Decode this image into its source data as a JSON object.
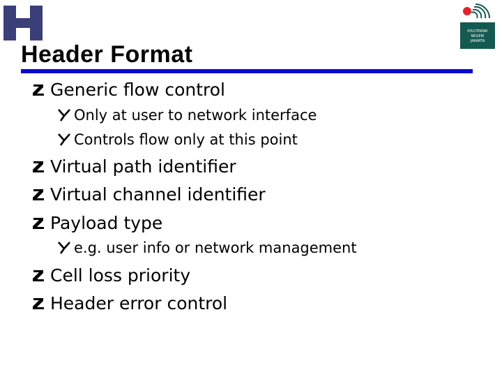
{
  "slide": {
    "title": "Header Format",
    "bullets": [
      {
        "text": "Generic flow control"
      },
      {
        "text": "Only at user to network interface"
      },
      {
        "text": "Controls flow only at this point"
      },
      {
        "text": "Virtual path identifier"
      },
      {
        "text": "Virtual channel identifier"
      },
      {
        "text": "Payload type"
      },
      {
        "text": "e.g. user info or network management"
      },
      {
        "text": "Cell loss priority"
      },
      {
        "text": "Header error control"
      }
    ]
  },
  "logo": {
    "institution_lines": [
      "POLITEKNIK",
      "NEGERI",
      "JAKARTA"
    ]
  },
  "colors": {
    "rule": "#0a0ad0",
    "logo_h": "#3b3f78",
    "brand_box": "#145a50",
    "brand_accent": "#e0242a"
  },
  "icons": {
    "level1_bullet": "z-shape-bullet-icon",
    "level2_bullet": "y-shape-bullet-icon"
  }
}
